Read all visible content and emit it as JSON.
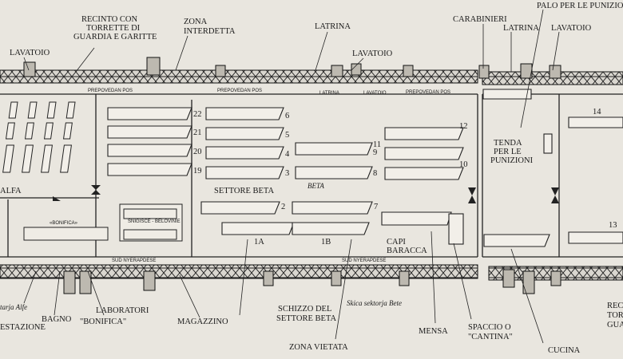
{
  "labels": {
    "top": {
      "recinto": [
        "RECINTO CON",
        "TORRETTE DI",
        "GUARDIA E GARITTE"
      ],
      "zona_interdetta": [
        "ZONA",
        "INTERDETTA"
      ],
      "latrina_1": "LATRINA",
      "lavatoio_left": "LAVATOIO",
      "lavatoio_mid": "LAVATOIO",
      "carabinieri": "CARABINIERI",
      "latrina_2": "LATRINA",
      "palo": "PALO PER LE PUNIZIONI",
      "lavatoio_right": "LAVATOIO"
    },
    "inner": {
      "alfa": "ALFA",
      "settore_beta": "SETTORE BETA",
      "beta": "BETA",
      "capi_baracca": [
        "CAPI",
        "BARACCA"
      ],
      "tenda": [
        "TENDA",
        "PER LE",
        "PUNIZIONI"
      ],
      "bonifica_inner": "«BONIFICA»",
      "sisciste": "SNIGISCE - BELOVINIE",
      "baracca_numbers": [
        "22",
        "21",
        "20",
        "19",
        "6",
        "5",
        "4",
        "3",
        "2",
        "11",
        "9",
        "8",
        "7",
        "12",
        "10",
        "1A",
        "1B",
        "14",
        "13"
      ]
    },
    "bottom": {
      "tarja": "tarja Alfe",
      "stazione": "ESTAZIONE",
      "bagno": "BAGNO",
      "laboratori": "LABORATORI",
      "bonifica": "\"BONIFICA\"",
      "magazzino": "MAGAZZINO",
      "schizzo": [
        "SCHIZZO DEL",
        "SETTORE BETA"
      ],
      "skica": "Skica sektorja Bete",
      "zona_vietata": "ZONA VIETATA",
      "mensa": "MENSA",
      "spaccio": [
        "SPACCIO O",
        "\"CANTINA\""
      ],
      "cucina": "CUCINA",
      "rec_right": [
        "REC",
        "TOR",
        "GUA"
      ]
    },
    "fence_text": [
      "PREPOVEDAN POS",
      "PREPOVEDAN POS",
      "LATRINA",
      "LAVATOIO",
      "PREPOVEDAN POS",
      "SUD NYERAPDESE",
      "SUD NYERAPDESE"
    ]
  },
  "colors": {
    "paper": "#e9e6df",
    "ink": "#1a1a1a"
  }
}
